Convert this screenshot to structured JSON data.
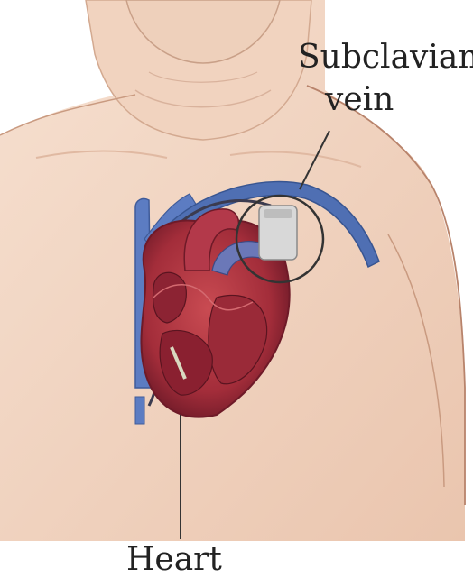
{
  "labels": {
    "subclavian_line1": "Subclavian",
    "subclavian_line2": "vein",
    "heart": "Heart"
  },
  "colors": {
    "skin": "#f3d6c3",
    "skin_shade": "#e9c1aa",
    "outline": "#b8836b",
    "vein": "#4f6fb3",
    "vein_light": "#8fa6d8",
    "heart_red": "#b83a43",
    "heart_dark": "#7a1e2c",
    "device": "#d8d8d8",
    "label_text": "#222222"
  }
}
